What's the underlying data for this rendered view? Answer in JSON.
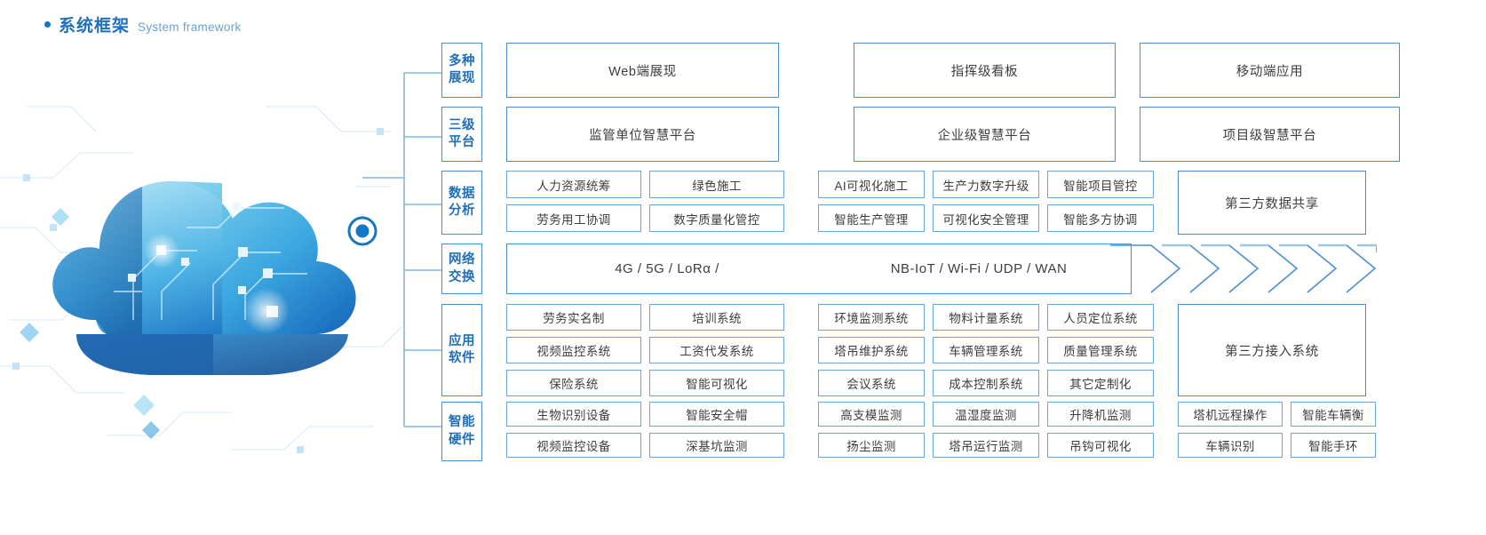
{
  "heading": {
    "title_cn": "系统框架",
    "title_en": "System framework",
    "bullet_icon": "bullet-dot-icon",
    "accent_color": "#1f6fbb"
  },
  "illustration": {
    "name": "cloud-network-illustration",
    "node_icon": "connection-node-icon"
  },
  "colors": {
    "label_border": "#4a8fd0",
    "label_text": "#1f6fbb",
    "cell_border": "#6aa6da",
    "cell_text": "#3d3d3d",
    "tree_line": "#6aa6da",
    "chevron": "#4a8fd0"
  },
  "tiers": [
    {
      "id": "presentation",
      "label_lines": [
        "多种",
        "展现"
      ],
      "big_boxes": [
        "Web端展现",
        "指挥级看板",
        "移动端应用"
      ]
    },
    {
      "id": "platform",
      "label_lines": [
        "三级",
        "平台"
      ],
      "big_boxes": [
        "监管单位智慧平台",
        "企业级智慧平台",
        "项目级智慧平台"
      ]
    },
    {
      "id": "data-analysis",
      "label_lines": [
        "数据",
        "分析"
      ],
      "left_cells": [
        "人力资源统筹",
        "绿色施工",
        "劳务用工协调",
        "数字质量化管控"
      ],
      "mid_cells": [
        "AI可视化施工",
        "生产力数字升级",
        "智能项目管控",
        "智能生产管理",
        "可视化安全管理",
        "智能多方协调"
      ],
      "right_box": "第三方数据共享"
    },
    {
      "id": "network-exchange",
      "label_lines": [
        "网络",
        "交换"
      ],
      "network_seg1": "4G / 5G / LoRα /",
      "network_seg2": "NB-IoT / Wi-Fi / UDP / WAN",
      "chevron_count": 7
    },
    {
      "id": "application-software",
      "label_lines": [
        "应用",
        "软件"
      ],
      "left_cells": [
        "劳务实名制",
        "培训系统",
        "视频监控系统",
        "工资代发系统",
        "保险系统",
        "智能可视化"
      ],
      "mid_cells": [
        "环境监测系统",
        "物料计量系统",
        "人员定位系统",
        "塔吊维护系统",
        "车辆管理系统",
        "质量管理系统",
        "会议系统",
        "成本控制系统",
        "其它定制化"
      ],
      "right_box": "第三方接入系统"
    },
    {
      "id": "smart-hardware",
      "label_lines": [
        "智能",
        "硬件"
      ],
      "left_cells": [
        "生物识别设备",
        "智能安全帽",
        "视频监控设备",
        "深基坑监测"
      ],
      "mid_cells": [
        "高支模监测",
        "温湿度监测",
        "升降机监测",
        "扬尘监测",
        "塔吊运行监测",
        "吊钩可视化"
      ],
      "right_cells": [
        "塔机远程操作",
        "智能车辆衡",
        "车辆识别",
        "智能手环"
      ]
    }
  ]
}
